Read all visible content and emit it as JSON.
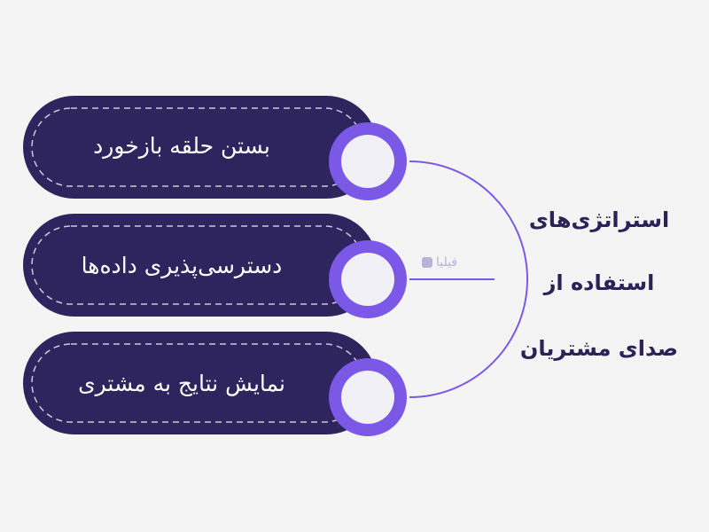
{
  "title": {
    "lines": [
      "استراتژی‌های",
      "استفاده از",
      "صدای مشتریان"
    ]
  },
  "items": [
    {
      "label": "بستن حلقه بازخورد"
    },
    {
      "label": "دسترسی‌پذیری داده‌ها"
    },
    {
      "label": "نمایش نتایج به مشتری"
    }
  ],
  "watermark": {
    "text": "فیلیا"
  },
  "colors": {
    "background": "#f4f4f4",
    "pill": "#2e245e",
    "accent": "#7c58e6",
    "node_fill": "#f0f0f6",
    "title": "#2c2258"
  }
}
